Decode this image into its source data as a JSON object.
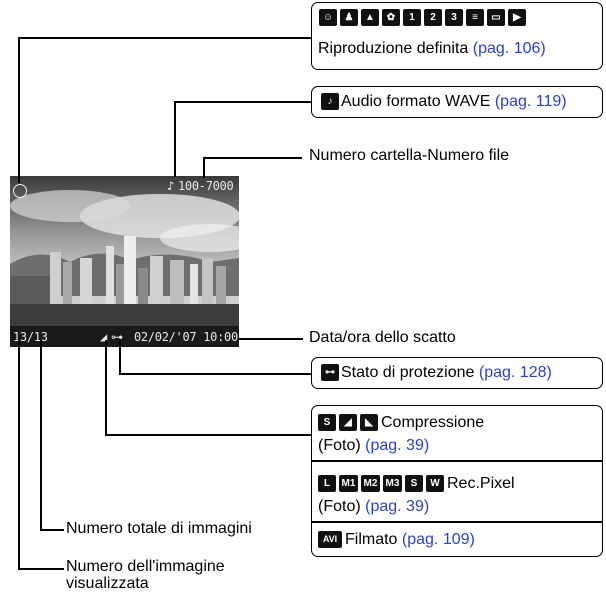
{
  "top_box": {
    "icon_names": [
      "my-category-icon",
      "people-icon",
      "scenery-icon",
      "events-icon",
      "category-1-icon",
      "category-2-icon",
      "category-3-icon",
      "to-do-icon",
      "folder-icon",
      "movie-icon"
    ],
    "text": "Riproduzione definita",
    "link": "(pag. 106)"
  },
  "audio_box": {
    "text": "Audio formato WAVE",
    "link": "(pag. 119)"
  },
  "folder_label": "Numero cartella-Numero file",
  "screen": {
    "file_number": "100-7000",
    "image_count": "13/13",
    "datetime": "02/02/'07 10:00"
  },
  "datetime_label": "Data/ora dello scatto",
  "protect_box": {
    "text": "Stato di protezione",
    "link": "(pag. 128)"
  },
  "compression_box": {
    "icons": [
      "S",
      "◢",
      "◣"
    ],
    "line1": "Compressione",
    "line2": "(Foto)",
    "link": "(pag. 39)"
  },
  "recpixel_box": {
    "icons": [
      "L",
      "M1",
      "M2",
      "M3",
      "S",
      "W"
    ],
    "line1": "Rec.Pixel",
    "line2": "(Foto)",
    "link": "(pag. 39)"
  },
  "movie_box": {
    "icon": "AVI",
    "text": "Filmato",
    "link": "(pag. 109)"
  },
  "total_label": "Numero totale di immagini",
  "current_label_1": "Numero dell'immagine",
  "current_label_2": "visualizzata"
}
